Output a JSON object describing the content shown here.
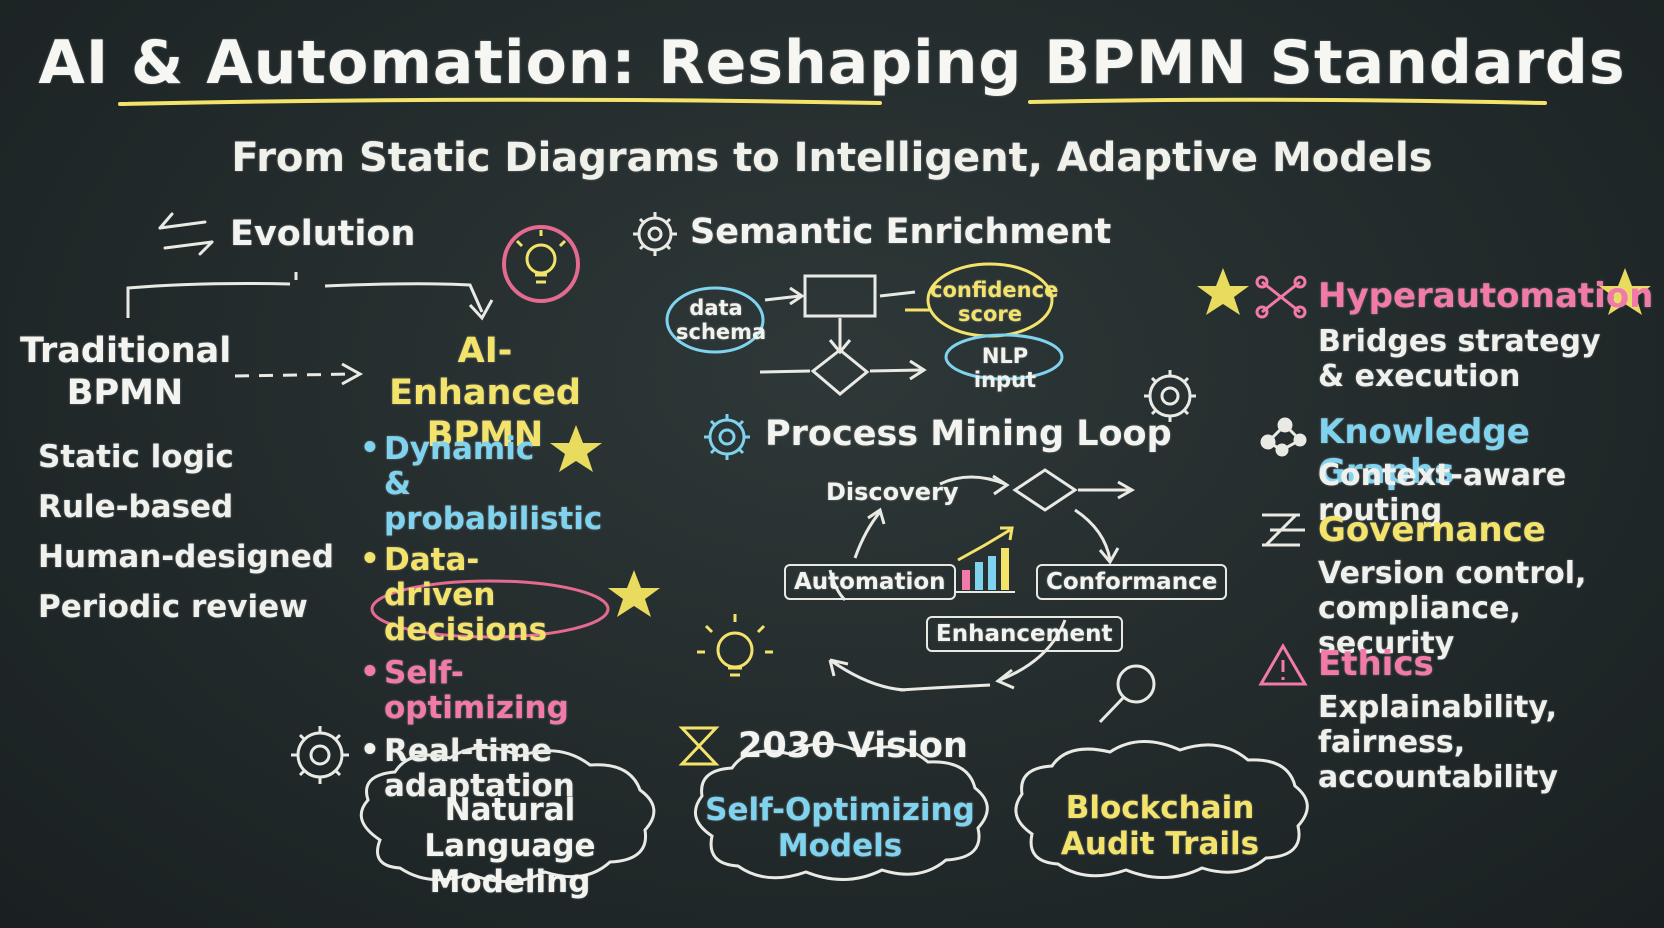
{
  "title": "AI & Automation: Reshaping BPMN Standards",
  "subtitle": "From Static Diagrams to Intelligent, Adaptive Models",
  "evolution": {
    "heading": "Evolution",
    "traditional_title": "Traditional BPMN",
    "traditional_items": [
      "Static logic",
      "Rule-based",
      "Human-designed",
      "Periodic review"
    ],
    "ai_title": "AI-Enhanced BPMN",
    "ai_items": [
      {
        "text": "Dynamic & probabilistic",
        "color": "#7fd3ef"
      },
      {
        "text": "Data-driven decisions",
        "color": "#f4e36a"
      },
      {
        "text": "Self-optimizing",
        "color": "#f27aa8"
      },
      {
        "text": "Real-time adaptation",
        "color": "#f0f0ec"
      }
    ]
  },
  "semantic": {
    "heading": "Semantic Enrichment",
    "data_schema": "data schema",
    "confidence": "confidence score",
    "nlp": "NLP input"
  },
  "mining": {
    "heading": "Process Mining Loop",
    "discovery": "Discovery",
    "automation": "Automation",
    "conformance": "Conformance",
    "enhancement": "Enhancement"
  },
  "right": [
    {
      "title": "Hyperautomation",
      "desc": "Bridges strategy & execution",
      "color": "#f27aa8",
      "icon": "hyperautomation-icon"
    },
    {
      "title": "Knowledge Graphs",
      "desc": "Context-aware routing",
      "color": "#7fd3ef",
      "icon": "knowledge-graph-icon"
    },
    {
      "title": "Governance",
      "desc": "Version control, compliance, security",
      "color": "#f4e36a",
      "icon": "governance-icon"
    },
    {
      "title": "Ethics",
      "desc": "Explainability, fairness, accountability",
      "color": "#f27aa8",
      "icon": "warning-icon"
    }
  ],
  "vision": {
    "heading": "2030 Vision",
    "clouds": [
      {
        "text": "Natural Language Modeling",
        "color": "#f3f3ef"
      },
      {
        "text": "Self-Optimizing Models",
        "color": "#7fd3ef"
      },
      {
        "text": "Blockchain Audit Trails",
        "color": "#f4e36a"
      }
    ]
  },
  "colors": {
    "background": "#262e2f",
    "chalk_yellow": "#f4e36a",
    "chalk_blue": "#7fd3ef",
    "chalk_pink": "#f27aa8"
  }
}
